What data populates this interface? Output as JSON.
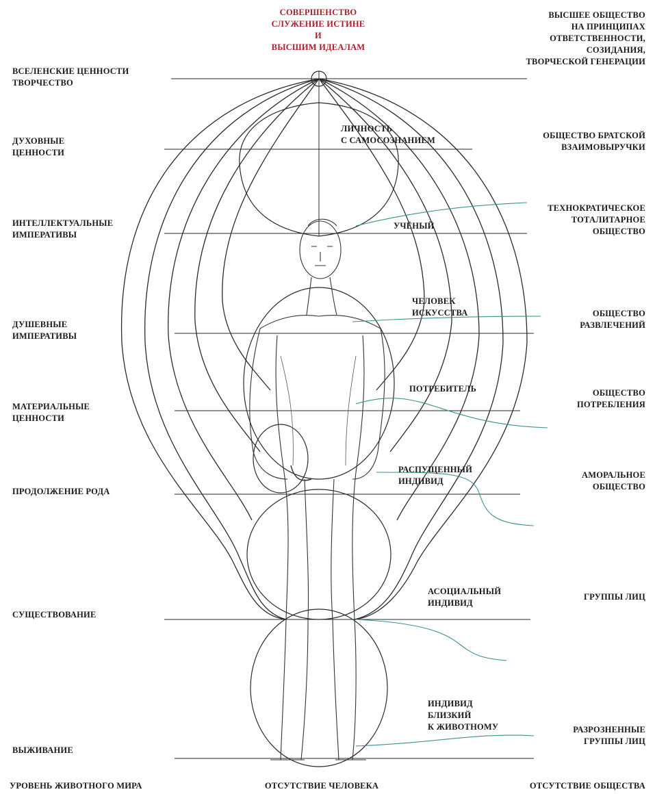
{
  "top_title": [
    "СОВЕРШЕНСТВО",
    "СЛУЖЕНИЕ ИСТИНЕ",
    "и",
    "ВЫСШИМ ИДЕАЛАМ"
  ],
  "left_levels": [
    [
      "ВСЕЛЕНСКИЕ ЦЕННОСТИ",
      "ТВОРЧЕСТВО"
    ],
    [
      "ДУХОВНЫЕ",
      "ЦЕННОСТИ"
    ],
    [
      "ИНТЕЛЛЕКТУАЛЬНЫЕ",
      "ИМПЕРАТИВЫ"
    ],
    [
      "ДУШЕВНЫЕ",
      "ИМПЕРАТИВЫ"
    ],
    [
      "МАТЕРИАЛЬНЫЕ",
      "ЦЕННОСТИ"
    ],
    [
      "ПРОДОЛЖЕНИЕ РОДА"
    ],
    [
      "СУЩЕСТВОВАНИЕ"
    ],
    [
      "ВЫЖИВАНИЕ"
    ]
  ],
  "person_types": [
    [
      "ЛИЧНОСТЬ",
      "С САМОСОЗНАНИЕМ"
    ],
    [
      "УЧЁНЫЙ"
    ],
    [
      "ЧЕЛОВЕК",
      "ИСКУССТВА"
    ],
    [
      "ПОТРЕБИТЕЛЬ"
    ],
    [
      "РАСПУЩЕННЫЙ",
      "ИНДИВИД"
    ],
    [
      "АСОЦИАЛЬНЫЙ",
      "ИНДИВИД"
    ],
    [
      "ИНДИВИД",
      "БЛИЗКИЙ",
      "К ЖИВОТНОМУ"
    ]
  ],
  "societies": [
    [
      "ВЫСШЕЕ ОБЩЕСТВО",
      "НА ПРИНЦИПАХ",
      "ОТВЕТСТВЕННОСТИ,",
      "СОЗИДАНИЯ,",
      "ТВОРЧЕСКОЙ ГЕНЕРАЦИИ"
    ],
    [
      "ОБЩЕСТВО БРАТСКОЙ",
      "ВЗАИМОВЫРУЧКИ"
    ],
    [
      "ТЕХНОКРАТИЧЕСКОЕ",
      "ТОТАЛИТАРНОЕ",
      "ОБЩЕСТВО"
    ],
    [
      "ОБЩЕСТВО",
      "РАЗВЛЕЧЕНИЙ"
    ],
    [
      "ОБЩЕСТВО",
      "ПОТРЕБЛЕНИЯ"
    ],
    [
      "АМОРАЛЬНОЕ",
      "ОБЩЕСТВО"
    ],
    [
      "ГРУППЫ ЛИЦ"
    ],
    [
      "РАЗРОЗНЕННЫЕ",
      "ГРУППЫ ЛИЦ"
    ]
  ],
  "bottom_labels": [
    "УРОВЕНЬ ЖИВОТНОГО МИРА",
    "ОТСУТСТВИЕ ЧЕЛОВЕКА",
    "ОТСУТСТВИЕ ОБЩЕСТВА"
  ],
  "colors": {
    "title": "#a8202a",
    "ink": "#1a1a1a",
    "teal": "#3f8f8f",
    "paper": "#ffffff"
  },
  "icons": {
    "figure": "sketched-human-figure-icon"
  }
}
